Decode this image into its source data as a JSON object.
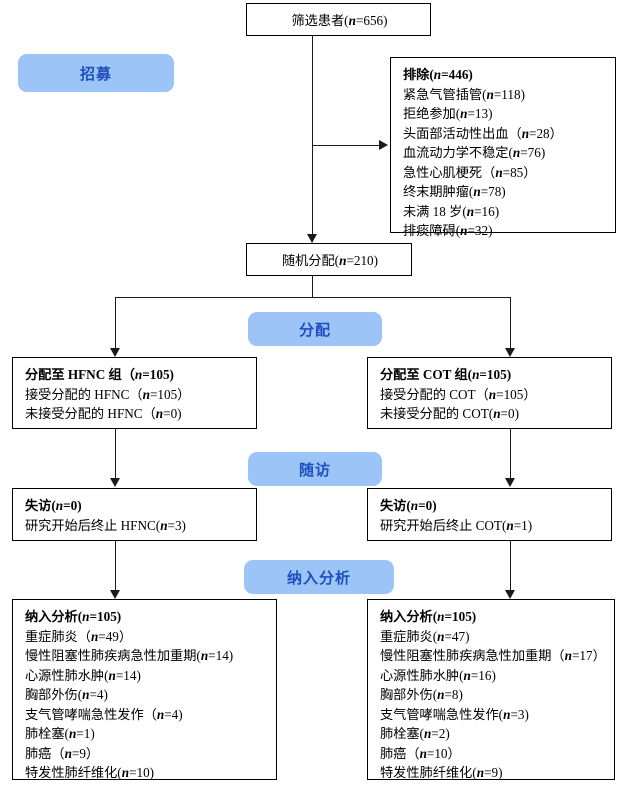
{
  "diagram": {
    "type": "consort-flow-diagram",
    "title": "CONSORT 患者筛选与分组流程图",
    "accent_color": "#9cc4f7",
    "accent_text_color": "#1f4fbf",
    "line_color": "#1a1a1a"
  },
  "stage_labels": [
    {
      "id": "enrollment",
      "label": "招募"
    },
    {
      "id": "allocation",
      "label": "分配"
    },
    {
      "id": "followup",
      "label": "随访"
    },
    {
      "id": "analysis",
      "label": "纳入分析"
    }
  ],
  "screening": {
    "lines": [
      {
        "text": "筛选患者(n=656)",
        "bold": false
      }
    ]
  },
  "excluded": {
    "lines": [
      {
        "text": "排除(n=446)",
        "bold": true
      },
      {
        "text": "紧急气管插管(n=118)",
        "bold": false
      },
      {
        "text": "拒绝参加(n=13)",
        "bold": false
      },
      {
        "text": "头面部活动性出血（n=28）",
        "bold": false
      },
      {
        "text": "血流动力学不稳定(n=76)",
        "bold": false
      },
      {
        "text": "急性心肌梗死（n=85）",
        "bold": false
      },
      {
        "text": "终末期肿瘤(n=78)",
        "bold": false
      },
      {
        "text": "未满 18 岁(n=16)",
        "bold": false
      },
      {
        "text": "排痰障碍(n=32)",
        "bold": false
      }
    ]
  },
  "randomized": {
    "lines": [
      {
        "text": "随机分配(n=210)",
        "bold": false
      }
    ]
  },
  "allocation_left": {
    "lines": [
      {
        "text": "分配至 HFNC 组（n=105)",
        "bold": true
      },
      {
        "text": "接受分配的 HFNC（n=105）",
        "bold": false
      },
      {
        "text": "未接受分配的 HFNC（n=0)",
        "bold": false
      }
    ]
  },
  "allocation_right": {
    "lines": [
      {
        "text": "分配至 COT 组(n=105)",
        "bold": true
      },
      {
        "text": "接受分配的 COT（n=105）",
        "bold": false
      },
      {
        "text": "未接受分配的 COT(n=0)",
        "bold": false
      }
    ]
  },
  "followup_left": {
    "lines": [
      {
        "text": "失访(n=0)",
        "bold": true
      },
      {
        "text": "研究开始后终止 HFNC(n=3)",
        "bold": false
      }
    ]
  },
  "followup_right": {
    "lines": [
      {
        "text": "失访(n=0)",
        "bold": true
      },
      {
        "text": "研究开始后终止 COT(n=1)",
        "bold": false
      }
    ]
  },
  "analysis_left": {
    "lines": [
      {
        "text": "纳入分析(n=105)",
        "bold": true
      },
      {
        "text": "重症肺炎（n=49）",
        "bold": false
      },
      {
        "text": "慢性阻塞性肺疾病急性加重期(n=14)",
        "bold": false
      },
      {
        "text": "心源性肺水肿(n=14)",
        "bold": false
      },
      {
        "text": "胸部外伤(n=4)",
        "bold": false
      },
      {
        "text": "支气管哮喘急性发作（n=4)",
        "bold": false
      },
      {
        "text": "肺栓塞(n=1)",
        "bold": false
      },
      {
        "text": "肺癌（n=9）",
        "bold": false
      },
      {
        "text": "特发性肺纤维化(n=10)",
        "bold": false
      }
    ]
  },
  "analysis_right": {
    "lines": [
      {
        "text": "纳入分析(n=105)",
        "bold": true
      },
      {
        "text": "重症肺炎(n=47)",
        "bold": false
      },
      {
        "text": "慢性阻塞性肺疾病急性加重期（n=17）",
        "bold": false
      },
      {
        "text": "心源性肺水肿(n=16)",
        "bold": false
      },
      {
        "text": "胸部外伤(n=8)",
        "bold": false
      },
      {
        "text": "支气管哮喘急性发作(n=3)",
        "bold": false
      },
      {
        "text": "肺栓塞(n=2)",
        "bold": false
      },
      {
        "text": "肺癌（n=10）",
        "bold": false
      },
      {
        "text": "特发性肺纤维化(n=9)",
        "bold": false
      }
    ]
  },
  "chart_data": {
    "type": "table",
    "title": "CONSORT 流程数字",
    "screened": 656,
    "excluded_total": 446,
    "excluded_reasons": [
      {
        "reason": "紧急气管插管",
        "n": 118
      },
      {
        "reason": "拒绝参加",
        "n": 13
      },
      {
        "reason": "头面部活动性出血",
        "n": 28
      },
      {
        "reason": "血流动力学不稳定",
        "n": 76
      },
      {
        "reason": "急性心肌梗死",
        "n": 85
      },
      {
        "reason": "终末期肿瘤",
        "n": 78
      },
      {
        "reason": "未满 18 岁",
        "n": 16
      },
      {
        "reason": "排痰障碍",
        "n": 32
      }
    ],
    "randomized": 210,
    "arms": [
      {
        "name": "HFNC",
        "allocated": 105,
        "received": 105,
        "not_received": 0,
        "lost_to_followup": 0,
        "discontinued": 3,
        "analyzed": 105,
        "diagnoses": [
          {
            "name": "重症肺炎",
            "n": 49
          },
          {
            "name": "慢性阻塞性肺疾病急性加重期",
            "n": 14
          },
          {
            "name": "心源性肺水肿",
            "n": 14
          },
          {
            "name": "胸部外伤",
            "n": 4
          },
          {
            "name": "支气管哮喘急性发作",
            "n": 4
          },
          {
            "name": "肺栓塞",
            "n": 1
          },
          {
            "name": "肺癌",
            "n": 9
          },
          {
            "name": "特发性肺纤维化",
            "n": 10
          }
        ]
      },
      {
        "name": "COT",
        "allocated": 105,
        "received": 105,
        "not_received": 0,
        "lost_to_followup": 0,
        "discontinued": 1,
        "analyzed": 105,
        "diagnoses": [
          {
            "name": "重症肺炎",
            "n": 47
          },
          {
            "name": "慢性阻塞性肺疾病急性加重期",
            "n": 17
          },
          {
            "name": "心源性肺水肿",
            "n": 16
          },
          {
            "name": "胸部外伤",
            "n": 8
          },
          {
            "name": "支气管哮喘急性发作",
            "n": 3
          },
          {
            "name": "肺栓塞",
            "n": 2
          },
          {
            "name": "肺癌",
            "n": 10
          },
          {
            "name": "特发性肺纤维化",
            "n": 9
          }
        ]
      }
    ]
  }
}
